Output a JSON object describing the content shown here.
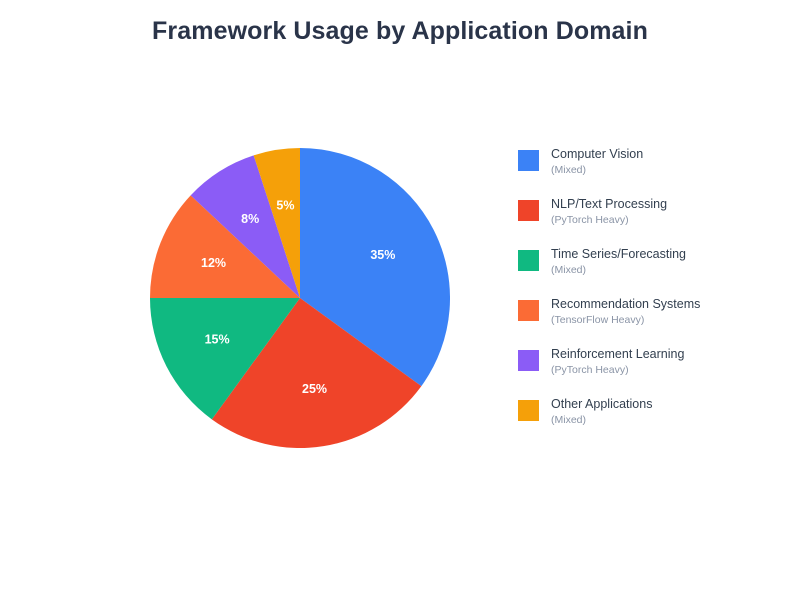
{
  "chart_data": {
    "type": "pie",
    "title": "Framework Usage by Application Domain",
    "xlabel": "",
    "ylabel": "",
    "legend_position": "right",
    "grid": false,
    "start_angle_deg": 90,
    "direction": "clockwise",
    "categories": [
      "Computer Vision",
      "NLP/Text Processing",
      "Time Series/Forecasting",
      "Recommendation Systems",
      "Reinforcement Learning",
      "Other Applications"
    ],
    "values": [
      35,
      25,
      15,
      12,
      8,
      5
    ],
    "value_labels": [
      "35%",
      "25%",
      "15%",
      "12%",
      "8%",
      "5%"
    ],
    "sublabels": [
      "(Mixed)",
      "(PyTorch Heavy)",
      "(Mixed)",
      "(TensorFlow Heavy)",
      "(PyTorch Heavy)",
      "(Mixed)"
    ],
    "colors": [
      "#3b82f6",
      "#ef4429",
      "#10b981",
      "#fb6b35",
      "#8b5cf6",
      "#f5a009"
    ],
    "slices": [
      {
        "label": "Computer Vision",
        "sublabel": "(Mixed)",
        "value": 35,
        "value_label": "35%",
        "color": "#3b82f6"
      },
      {
        "label": "NLP/Text Processing",
        "sublabel": "(PyTorch Heavy)",
        "value": 25,
        "value_label": "25%",
        "color": "#ef4429"
      },
      {
        "label": "Time Series/Forecasting",
        "sublabel": "(Mixed)",
        "value": 15,
        "value_label": "15%",
        "color": "#10b981"
      },
      {
        "label": "Recommendation Systems",
        "sublabel": "(TensorFlow Heavy)",
        "value": 12,
        "value_label": "12%",
        "color": "#fb6b35"
      },
      {
        "label": "Reinforcement Learning",
        "sublabel": "(PyTorch Heavy)",
        "value": 8,
        "value_label": "8%",
        "color": "#8b5cf6"
      },
      {
        "label": "Other Applications",
        "sublabel": "(Mixed)",
        "value": 5,
        "value_label": "5%",
        "color": "#f5a009"
      }
    ]
  },
  "style": {
    "background": "#ffffff",
    "title_color": "#2a3449",
    "legend_label_color": "#323f4f",
    "legend_sub_color": "#8a94a6",
    "slice_label_color": "#ffffff"
  }
}
